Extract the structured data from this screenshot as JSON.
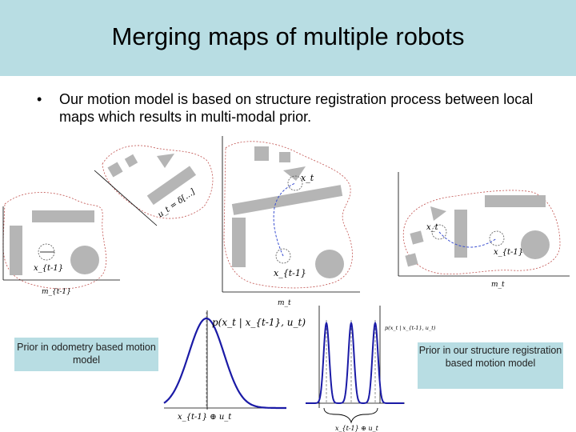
{
  "slide": {
    "title": "Merging maps of multiple robots",
    "bullet_marker": "•",
    "bullet_text": "Our motion model is based on structure registration process between local maps which results in multi-modal prior."
  },
  "figure_labels": {
    "map1_label": "x_{t-1}",
    "map1_axis": "m_{t-1}",
    "transform_label": "u_t = δ[…]",
    "map2_top_label": "x_t",
    "map2_bottom_label": "x_{t-1}",
    "map2_axis": "m_t",
    "map3_left_label": "x_t",
    "map3_right_label": "x_{t-1}",
    "map3_axis": "m_t",
    "left_pdf_label": "p(x_t | x_{t-1}, u_t)",
    "left_pdf_axis": "x_{t-1} ⊕ u_t",
    "right_pdf_label": "p(x_t | x_{t-1}, u_t)",
    "right_pdf_axis": "x_{t-1} ⊕ u_t"
  },
  "captions": {
    "left": "Prior in odometry based motion model",
    "right": "Prior in our structure registration based motion model"
  },
  "colors": {
    "title_bar": "#b8dde3",
    "caption_bg": "#b8dde3",
    "shape_gray": "#b5b5b5",
    "curve_blue": "#1a1aa6",
    "trajectory_blue": "#3a4fd0",
    "boundary_red": "#c0504d"
  }
}
